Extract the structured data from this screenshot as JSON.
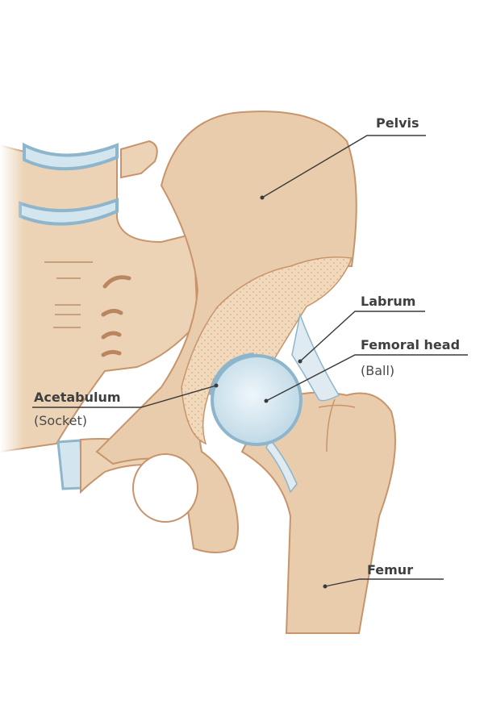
{
  "labels": {
    "pelvis": "Pelvis",
    "labrum": "Labrum",
    "femoral_head": "Femoral head",
    "femoral_head_sub": "(Ball)",
    "acetabulum": "Acetabulum",
    "acetabulum_sub": "(Socket)",
    "femur": "Femur"
  },
  "colors": {
    "bone": "#e9ccab",
    "bone_outline": "#c8946c",
    "cartilage": "#d3e6ef",
    "cartilage_outline": "#8db5cb",
    "leader": "#3a3a3a"
  }
}
